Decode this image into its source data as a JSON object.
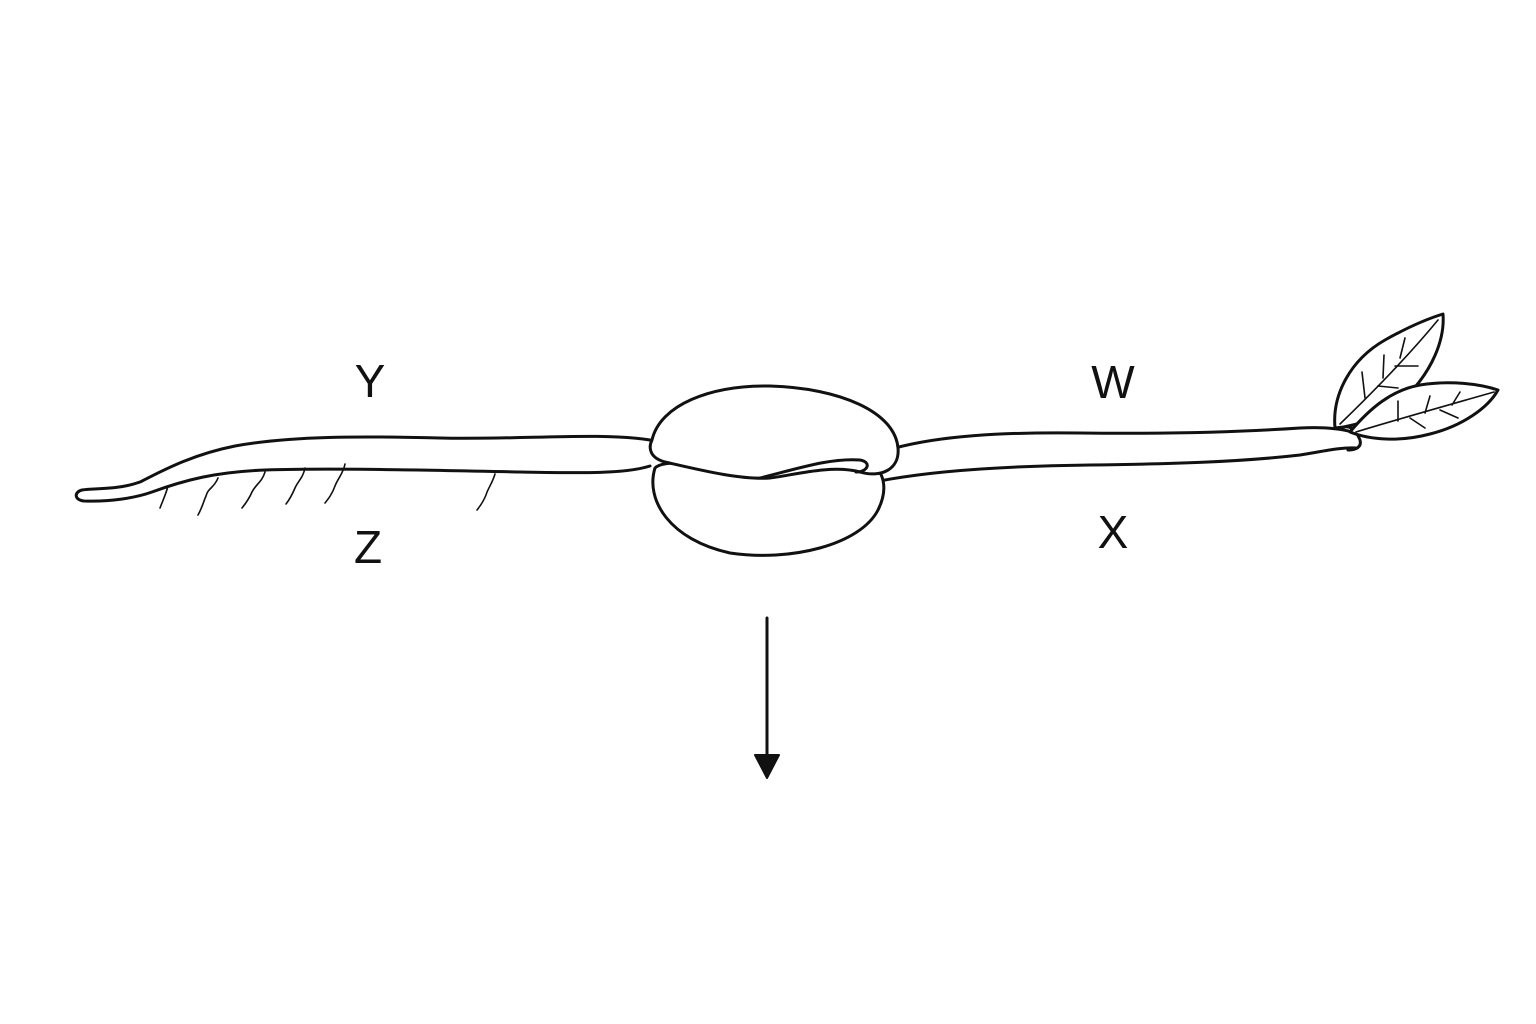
{
  "labels": {
    "y": "Y",
    "w": "W",
    "z": "Z",
    "x": "X"
  },
  "colors": {
    "ink": "#111111",
    "background": "#ffffff"
  }
}
